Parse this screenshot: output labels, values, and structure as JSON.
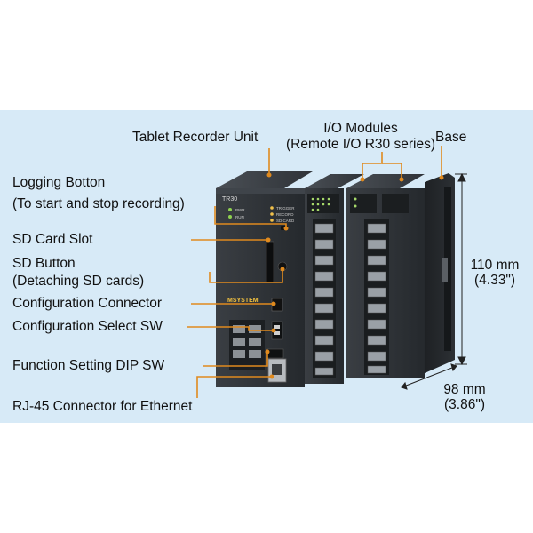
{
  "callouts": {
    "tablet_recorder_unit": "Tablet Recorder Unit",
    "io_modules_line1": "I/O Modules",
    "io_modules_line2": "(Remote I/O R30 series)",
    "base": "Base",
    "logging_button_line1": "Logging Botton",
    "logging_button_line2": "(To start and stop recording)",
    "sd_card_slot": "SD Card Slot",
    "sd_button_line1": "SD Button",
    "sd_button_line2": "(Detaching SD cards)",
    "configuration_connector": "Configuration Connector",
    "configuration_select_sw": "Configuration Select SW",
    "function_setting_dip_sw": "Function Setting DIP SW",
    "rj45_connector": "RJ-45 Connector for Ethernet"
  },
  "dimensions": {
    "height_line1": "110 mm",
    "height_line2": "(4.33\")",
    "depth_line1": "98 mm",
    "depth_line2": "(3.86\")"
  },
  "device": {
    "model_label": "TR30",
    "brand_label": "MSYSTEM",
    "led_labels": [
      "PWR",
      "RUN"
    ],
    "status_labels": [
      "TRIGGER",
      "RECORD",
      "SD CARD"
    ]
  },
  "colors": {
    "background_panel": "#d7eaf7",
    "leader_line": "#e08a1e",
    "dimension_line": "#222222",
    "device_body": "#2b2f33"
  }
}
